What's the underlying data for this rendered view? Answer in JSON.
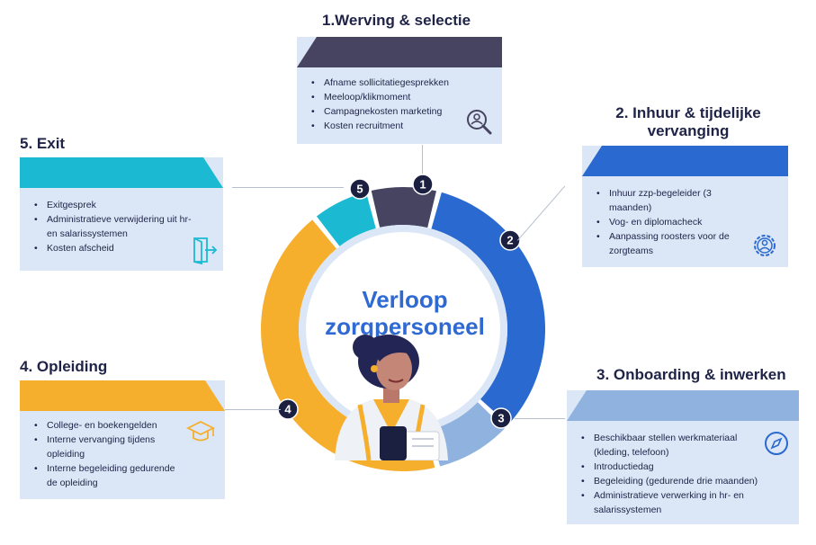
{
  "center_title_line1": "Verloop",
  "center_title_line2": "zorgpersoneel",
  "colors": {
    "dark": "#474461",
    "blue": "#2a6ad0",
    "lightblue": "#8fb2df",
    "orange": "#f6ae2d",
    "cyan": "#1bbad2",
    "box_bg": "#dbe6f6",
    "badge": "#1c2040"
  },
  "segments": [
    {
      "number": "1",
      "color": "#474461",
      "share": 0.07
    },
    {
      "number": "2",
      "color": "#2a6ad0",
      "share": 0.29
    },
    {
      "number": "3",
      "color": "#8fb2df",
      "share": 0.08
    },
    {
      "number": "4",
      "color": "#f6ae2d",
      "share": 0.38
    },
    {
      "number": "5",
      "color": "#1bbad2",
      "share": 0.06
    }
  ],
  "sections": {
    "werving": {
      "title": "1.Werving & selectie",
      "items": [
        "Afname sollicitatiegesprekken",
        "Meeloop/klikmoment",
        "Campagnekosten marketing",
        "Kosten recruitment"
      ],
      "icon": "search-person-icon"
    },
    "inhuur": {
      "title_line1": "2. Inhuur & tijdelijke",
      "title_line2": "vervanging",
      "items": [
        "Inhuur zzp-begeleider (3 maanden)",
        "Vog- en diplomacheck",
        "Aanpassing roosters voor de zorgteams"
      ],
      "icon": "gear-person-icon"
    },
    "onboarding": {
      "title": "3. Onboarding & inwerken",
      "items": [
        "Beschikbaar stellen werkmateriaal (kleding, telefoon)",
        "Introductiedag",
        "Begeleiding (gedurende drie maanden)",
        "Administratieve verwerking in hr- en salarissystemen"
      ],
      "icon": "compass-icon"
    },
    "opleiding": {
      "title": "4. Opleiding",
      "items": [
        "College- en boekengelden",
        "Interne vervanging tijdens opleiding",
        "Interne begeleiding gedurende de opleiding"
      ],
      "icon": "graduation-cap-icon"
    },
    "exit": {
      "title": "5. Exit",
      "items": [
        "Exitgesprek",
        "Administratieve verwijdering uit hr- en salarissystemen",
        "Kosten afscheid"
      ],
      "icon": "exit-door-icon"
    }
  }
}
